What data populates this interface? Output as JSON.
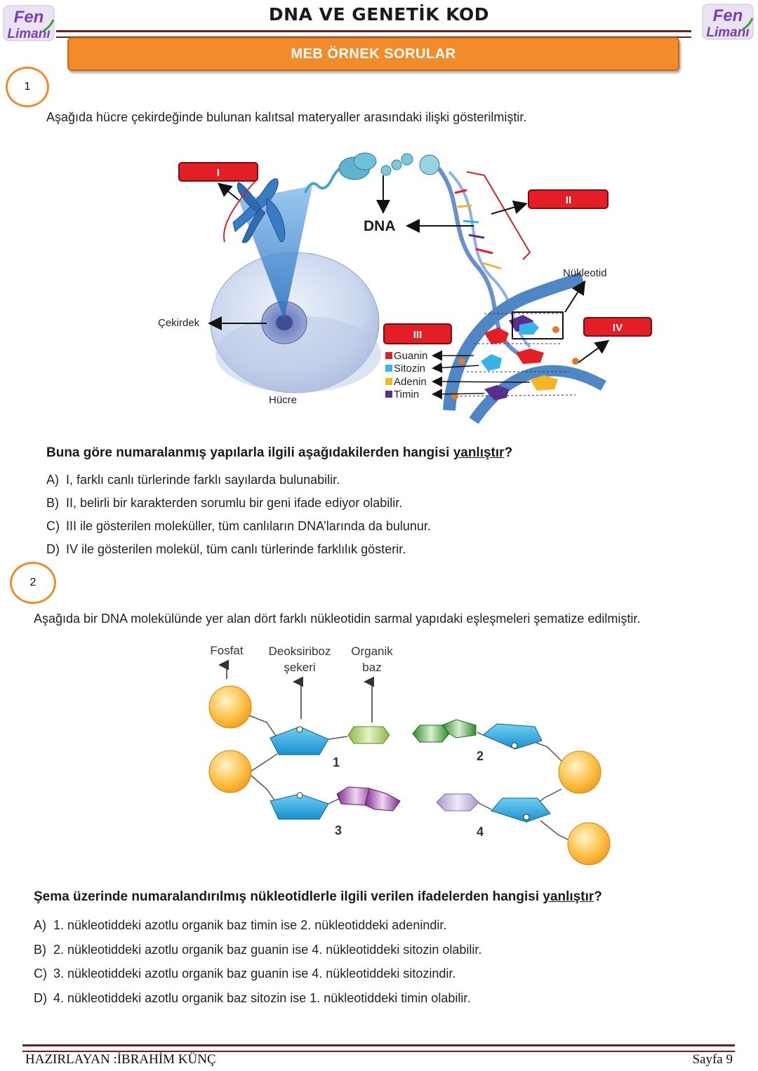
{
  "header": {
    "title": "DNA VE  GENETİK KOD",
    "logo_line1": "Fen",
    "logo_line2": "Limanı",
    "banner": "MEB ÖRNEK SORULAR"
  },
  "q1": {
    "number": "1",
    "intro": "Aşağıda hücre çekirdeğinde bulunan kalıtsal materyaller arasındaki ilişki gösterilmiştir.",
    "figure": {
      "box_I": "I",
      "box_II": "II",
      "box_III": "III",
      "box_IV": "IV",
      "dna_label": "DNA",
      "nukleotid_label": "Nükleotid",
      "cekirdek_label": "Çekirdek",
      "hucre_label": "Hücre",
      "legend": [
        {
          "label": "Guanin",
          "color": "#d9232e"
        },
        {
          "label": "Sitozin",
          "color": "#38b3e8"
        },
        {
          "label": "Adenin",
          "color": "#f2b626"
        },
        {
          "label": "Timin",
          "color": "#5a2d91"
        }
      ]
    },
    "question_pre": "Buna göre numaralanmış yapılarla ilgili aşağıdakilerden hangisi ",
    "question_u": "yanlıştır",
    "question_post": "?",
    "options": [
      {
        "letter": "A)",
        "text": "I, farklı canlı türlerinde farklı sayılarda bulunabilir."
      },
      {
        "letter": "B)",
        "text": "II, belirli bir karakterden sorumlu bir geni ifade ediyor olabilir."
      },
      {
        "letter": "C)",
        "text": "III ile gösterilen moleküller, tüm canlıların DNA’larında da bulunur."
      },
      {
        "letter": "D)",
        "text": "IV ile gösterilen molekül, tüm canlı türlerinde farklılık gösterir."
      }
    ]
  },
  "q2": {
    "number": "2",
    "intro": "Aşağıda bir DNA molekülünde yer alan dört farklı nükleotidin sarmal yapıdaki eşleşmeleri şematize edilmiştir.",
    "figure": {
      "fosfat": "Fosfat",
      "deoksiriboz_1": "Deoksiriboz",
      "deoksiriboz_2": "şekeri",
      "organik_1": "Organik",
      "organik_2": "baz",
      "n1": "1",
      "n2": "2",
      "n3": "3",
      "n4": "4"
    },
    "question_pre": "Şema üzerinde numaralandırılmış nükleotidlerle ilgili verilen ifadelerden hangisi ",
    "question_u": "yanlıştır",
    "question_post": "?",
    "options": [
      {
        "letter": "A)",
        "text": "1. nükleotiddeki azotlu organik baz timin ise 2. nükleotiddeki adenindir."
      },
      {
        "letter": "B)",
        "text": "2. nükleotiddeki azotlu organik baz guanin ise 4. nükleotiddeki sitozin olabilir."
      },
      {
        "letter": "C)",
        "text": "3. nükleotiddeki azotlu organik baz guanin ise 4. nükleotiddeki sitozindir."
      },
      {
        "letter": "D)",
        "text": "4. nükleotiddeki azotlu organik baz sitozin ise 1. nükleotiddeki timin olabilir."
      }
    ]
  },
  "footer": {
    "author": "HAZIRLAYAN :İBRAHİM KÜNÇ",
    "page": "Sayfa 9"
  }
}
